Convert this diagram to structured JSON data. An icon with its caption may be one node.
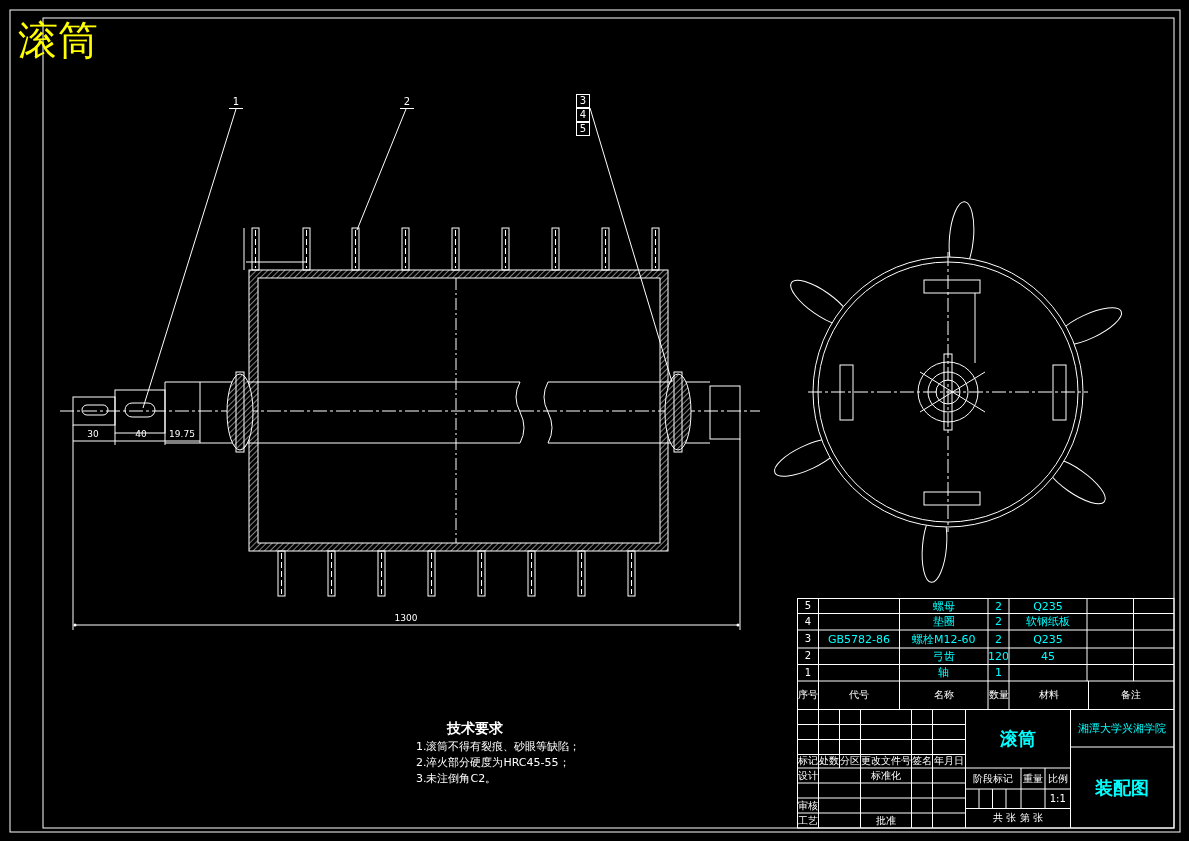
{
  "diagram": {
    "title": "滚筒",
    "nodes": [
      {
        "text": [
          "1"
        ]
      },
      {
        "text": [
          "2"
        ]
      },
      {
        "text": [
          "3"
        ]
      },
      {
        "text": [
          "4"
        ]
      },
      {
        "text": [
          "5"
        ]
      }
    ],
    "edges": [
      {
        "from": 0,
        "to": null,
        "arrow": "none"
      },
      {
        "from": 1,
        "to": null,
        "arrow": "none"
      },
      {
        "from": 2,
        "to": null,
        "arrow": "none"
      }
    ],
    "labels": [
      "30",
      "40",
      "19.75",
      "1300",
      "技术要求",
      "1.滚筒不得有裂痕、砂眼等缺陷；",
      "2.淬火部分硬度为HRC45-55；",
      "3.未注倒角C2。",
      "5",
      "螺母",
      "2",
      "Q235",
      "4",
      "垫圈",
      "2",
      "软钢纸板",
      "3",
      "GB5782-86",
      "螺栓M12-60",
      "2",
      "Q235",
      "2",
      "弓齿",
      "120",
      "45",
      "1",
      "轴",
      "1",
      "序号",
      "代号",
      "名称",
      "数量",
      "材料",
      "备注",
      "滚筒",
      "湘潭大学兴湘学院",
      "标记",
      "处数",
      "分区",
      "更改文件号",
      "签名",
      "年月日",
      "设计",
      "标准化",
      "阶段标记",
      "重量",
      "比例",
      "1:1",
      "装配图",
      "审核",
      "工艺",
      "批准",
      "共 张 第 张"
    ]
  }
}
